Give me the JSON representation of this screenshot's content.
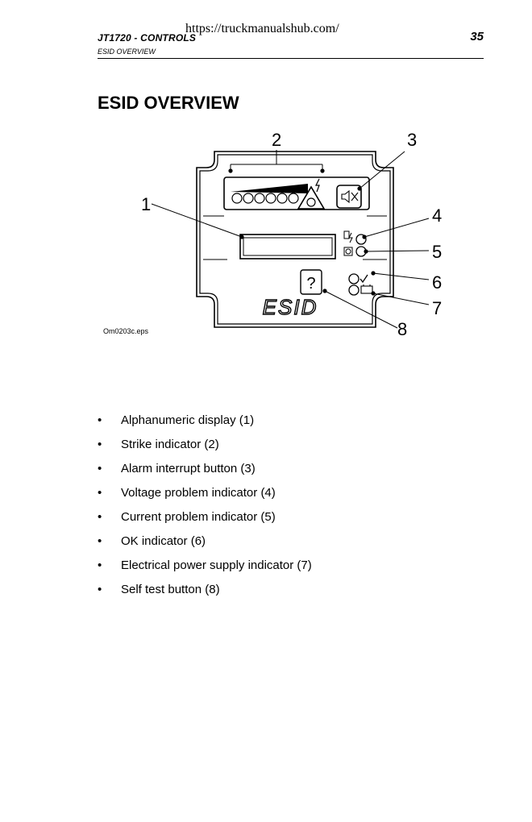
{
  "watermark": "https://truckmanualshub.com/",
  "header": {
    "title": "JT1720 - CONTROLS",
    "subtitle": "ESID OVERVIEW",
    "page_number": "35"
  },
  "section_title": "ESID OVERVIEW",
  "figure": {
    "caption": "Om0203c.eps",
    "logo_text": "ESID",
    "help_symbol": "?",
    "callouts": [
      "1",
      "2",
      "3",
      "4",
      "5",
      "6",
      "7",
      "8"
    ]
  },
  "features": [
    "Alphanumeric display (1)",
    "Strike indicator (2)",
    "Alarm interrupt button (3)",
    "Voltage problem indicator (4)",
    "Current problem indicator (5)",
    "OK indicator (6)",
    "Electrical power supply indicator (7)",
    "Self test button (8)"
  ]
}
